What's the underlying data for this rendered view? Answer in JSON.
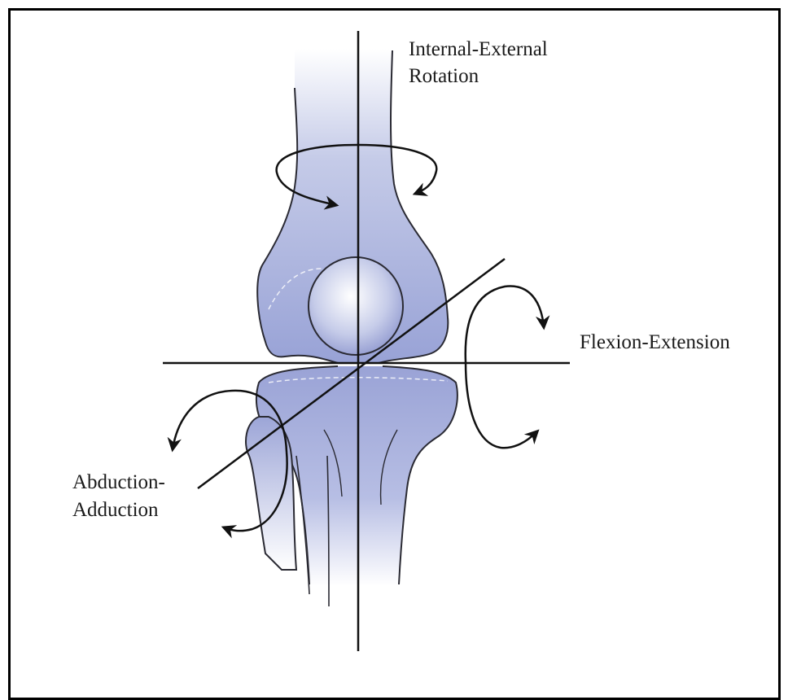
{
  "labels": {
    "rotation_line1": "Internal-External",
    "rotation_line2": "Rotation",
    "flexion": "Flexion-Extension",
    "abduction_line1": "Abduction-",
    "abduction_line2": "Adduction"
  },
  "colors": {
    "bone_fill": "#a9b1da",
    "bone_light": "#dde1f3",
    "outline": "#2a2a33",
    "axis": "#111111"
  }
}
